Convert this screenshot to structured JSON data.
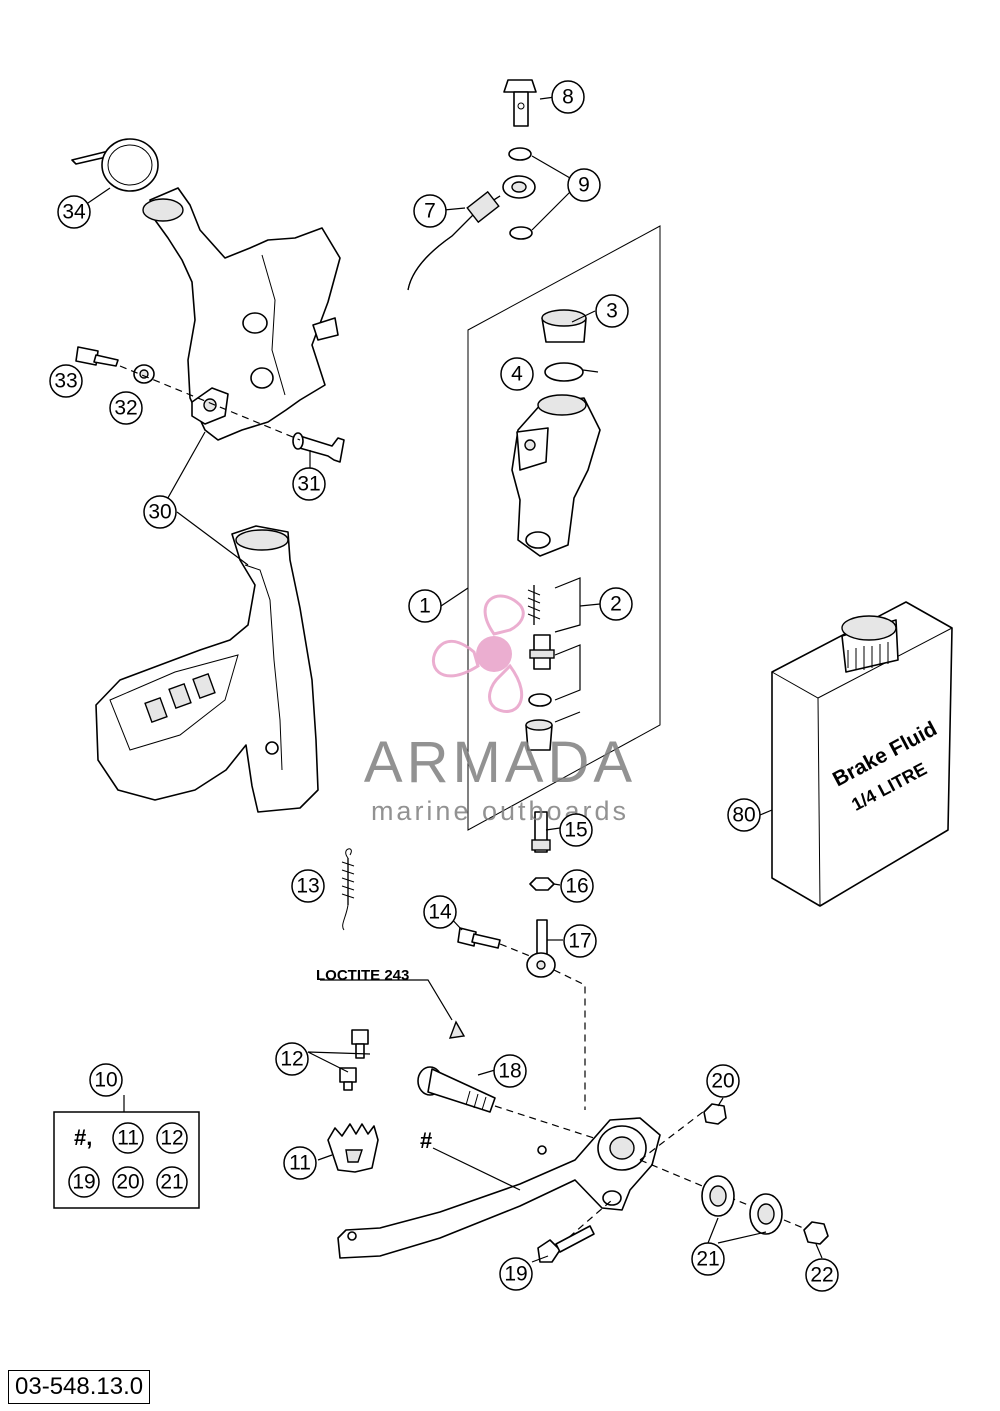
{
  "callouts": {
    "c1": "1",
    "c2": "2",
    "c3": "3",
    "c4": "4",
    "c7": "7",
    "c8": "8",
    "c9": "9",
    "c10": "10",
    "c11": "11",
    "c12": "12",
    "c13": "13",
    "c14": "14",
    "c15": "15",
    "c16": "16",
    "c17": "17",
    "c18": "18",
    "c19": "19",
    "c20": "20",
    "c21": "21",
    "c22": "22",
    "c30": "30",
    "c31": "31",
    "c32": "32",
    "c33": "33",
    "c34": "34",
    "c80": "80"
  },
  "kit_box": {
    "hash": "#,",
    "items": [
      "11",
      "12",
      "19",
      "20",
      "21"
    ]
  },
  "hash_mark": "#",
  "loctite_label": "LOCTITE 243",
  "bottle": {
    "line1": "Brake Fluid",
    "line2": "1/4 LITRE"
  },
  "watermark": {
    "brand": "ARMADA",
    "tagline": "marine outboards",
    "color": "#e8a0c8"
  },
  "page_ref": "03-548.13.0"
}
